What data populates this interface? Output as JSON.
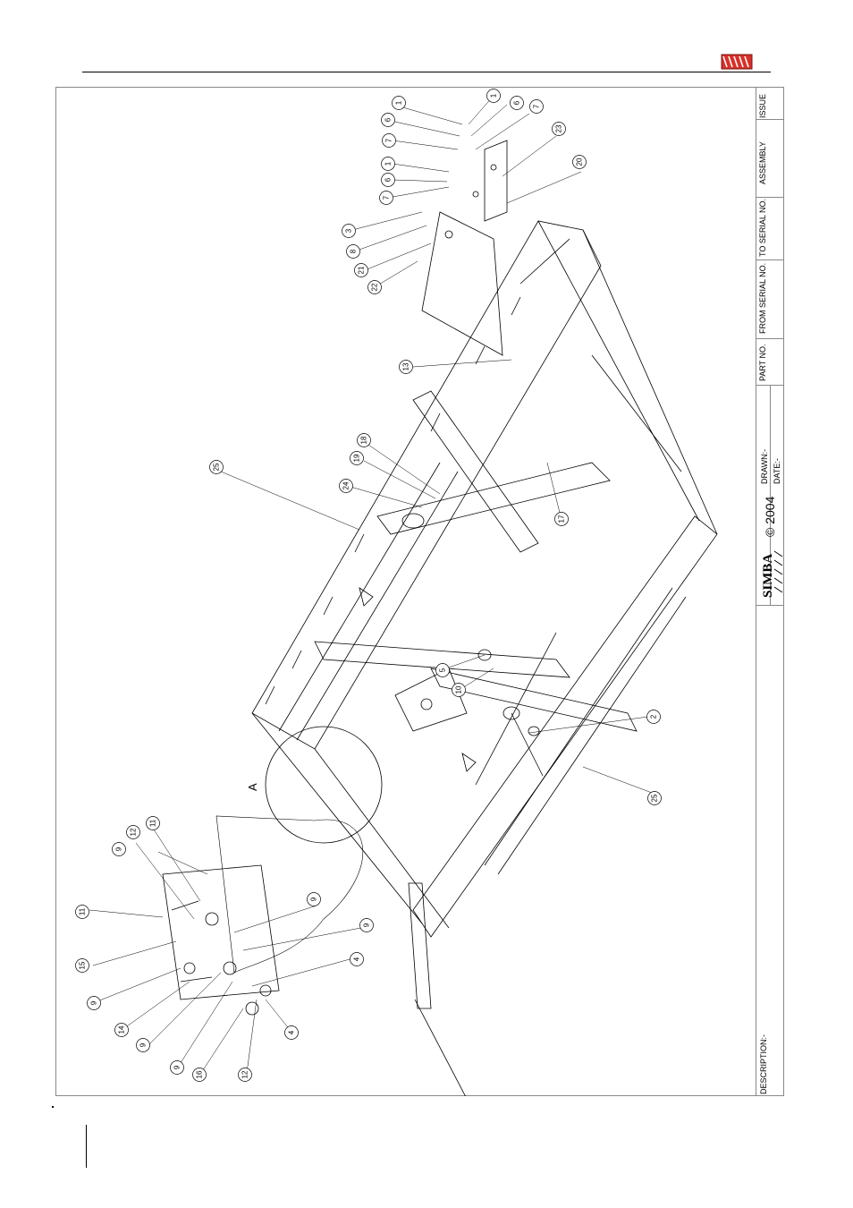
{
  "brand": {
    "name": "SIMBA",
    "accent_color": "#d8302a"
  },
  "title_block": {
    "issue_label": "ISSUE",
    "assembly_label": "ASSEMBLY",
    "to_serial_label": "TO SERIAL NO.",
    "from_serial_label": "FROM SERIAL NO.",
    "part_no_label": "PART NO.",
    "drawn_label": "DRAWN:-",
    "date_label": "DATE:-",
    "copyright": "© 2004",
    "logo_text": "SIMBA",
    "description_label": "DESCRIPTION:-"
  },
  "detail_view": {
    "label": "A"
  },
  "callouts": [
    {
      "id": "c1",
      "num": "1"
    },
    {
      "id": "c2",
      "num": "6"
    },
    {
      "id": "c3",
      "num": "7"
    },
    {
      "id": "c4",
      "num": "1"
    },
    {
      "id": "c5",
      "num": "6"
    },
    {
      "id": "c6",
      "num": "7"
    },
    {
      "id": "c7",
      "num": "23"
    },
    {
      "id": "c8",
      "num": "1"
    },
    {
      "id": "c9",
      "num": "6"
    },
    {
      "id": "c10",
      "num": "7"
    },
    {
      "id": "c11",
      "num": "20"
    },
    {
      "id": "c12",
      "num": "3"
    },
    {
      "id": "c13",
      "num": "8"
    },
    {
      "id": "c14",
      "num": "21"
    },
    {
      "id": "c15",
      "num": "22"
    },
    {
      "id": "c16",
      "num": "13"
    },
    {
      "id": "c17",
      "num": "25"
    },
    {
      "id": "c18",
      "num": "18"
    },
    {
      "id": "c19",
      "num": "19"
    },
    {
      "id": "c20",
      "num": "24"
    },
    {
      "id": "c21",
      "num": "17"
    },
    {
      "id": "c22",
      "num": "5"
    },
    {
      "id": "c23",
      "num": "10"
    },
    {
      "id": "c24",
      "num": "2"
    },
    {
      "id": "c25",
      "num": "25"
    },
    {
      "id": "c26",
      "num": "11"
    },
    {
      "id": "c27",
      "num": "12"
    },
    {
      "id": "c28",
      "num": "9"
    },
    {
      "id": "c29",
      "num": "11"
    },
    {
      "id": "c30",
      "num": "9"
    },
    {
      "id": "c31",
      "num": "15"
    },
    {
      "id": "c32",
      "num": "9"
    },
    {
      "id": "c33",
      "num": "9"
    },
    {
      "id": "c34",
      "num": "4"
    },
    {
      "id": "c35",
      "num": "14"
    },
    {
      "id": "c36",
      "num": "9"
    },
    {
      "id": "c37",
      "num": "9"
    },
    {
      "id": "c38",
      "num": "16"
    },
    {
      "id": "c39",
      "num": "12"
    },
    {
      "id": "c40",
      "num": "4"
    }
  ]
}
